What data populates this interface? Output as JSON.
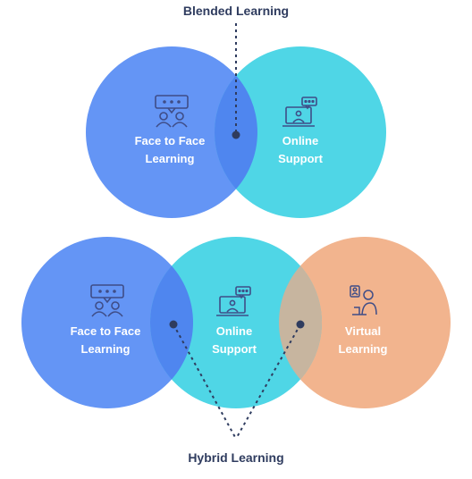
{
  "colors": {
    "face_to_face": "#6495f5",
    "online": "#4fd6e6",
    "virtual": "#f2b48e",
    "overlap_blue": "#4f86ef",
    "overlap_orange": "#c7b59f",
    "caption": "#2f3c5f",
    "connector": "#2f3c5f",
    "icon_stroke": "#3f4d87"
  },
  "blended": {
    "caption": "Blended Learning",
    "face_to_face": {
      "line1": "Face to Face",
      "line2": "Learning",
      "icon": "people-chat-icon"
    },
    "online": {
      "line1": "Online",
      "line2": "Support",
      "icon": "laptop-chat-icon"
    }
  },
  "hybrid": {
    "caption": "Hybrid Learning",
    "face_to_face": {
      "line1": "Face to Face",
      "line2": "Learning",
      "icon": "people-chat-icon"
    },
    "online": {
      "line1": "Online",
      "line2": "Support",
      "icon": "laptop-chat-icon"
    },
    "virtual": {
      "line1": "Virtual",
      "line2": "Learning",
      "icon": "person-screen-icon"
    }
  }
}
